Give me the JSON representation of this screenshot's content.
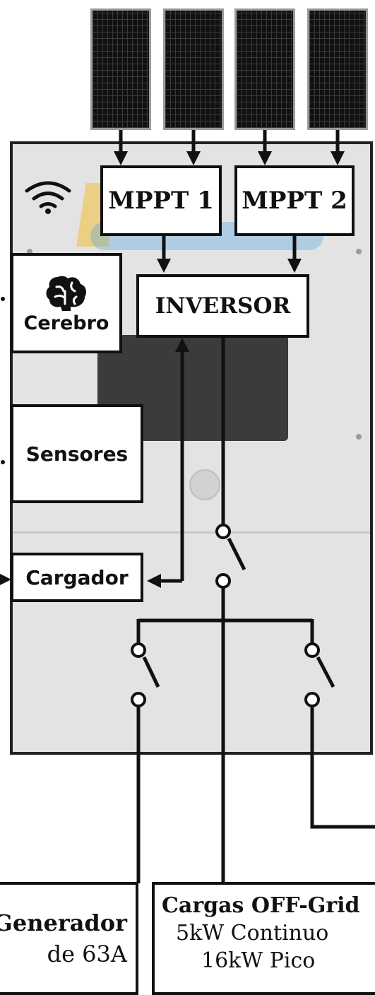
{
  "diagram": {
    "boxes": {
      "mppt1": "MPPT 1",
      "mppt2": "MPPT 2",
      "inversor": "INVERSOR",
      "cerebro": "Cerebro",
      "sensores": "Sensores",
      "cargador": "Cargador"
    },
    "generador": {
      "line1": "Generador",
      "line2": "de 63A"
    },
    "cargas": {
      "line1": "Cargas OFF-Grid",
      "line2": "5kW Continuo",
      "line3": "16kW Pico"
    },
    "icons": [
      "solar-panel-icon",
      "wifi-icon",
      "brain-icon",
      "switch-icon"
    ],
    "colors": {
      "line": "#111111",
      "inverter_body": "#e3e3e3",
      "panel": "#111111",
      "logo_accent": "#f2c037"
    }
  }
}
